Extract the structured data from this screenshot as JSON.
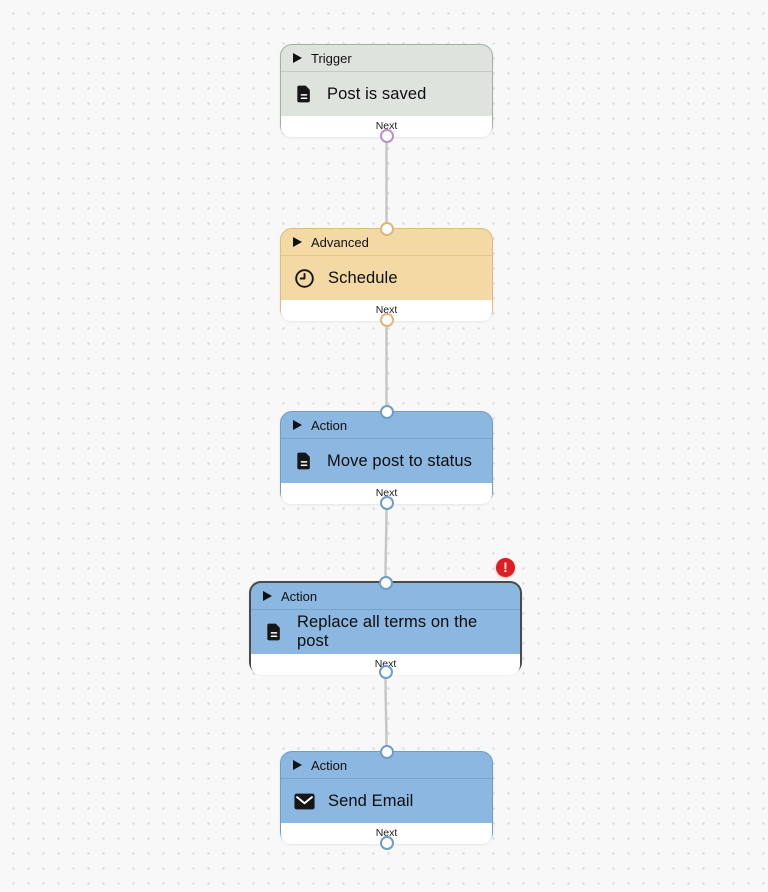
{
  "app": {
    "name": "workflow-canvas",
    "next_label": "Next"
  },
  "colors": {
    "canvas_bg": "#f8f8f8",
    "grid_dot": "#dedede",
    "edge": "#c7c7c7",
    "trigger_bg": "#dee4dd",
    "trigger_border": "#a5aea4",
    "trigger_port": "#bb90c5",
    "advanced_bg": "#f3daa5",
    "advanced_border": "#debb7f",
    "advanced_port": "#dcb87c",
    "action_bg": "#8bb7e1",
    "action_border": "#6f9cc8",
    "selected_border": "#4a4a4a",
    "error_badge": "#e01d22",
    "footer_bg": "#ffffff"
  },
  "nodes": [
    {
      "category": "Trigger",
      "title": "Post is saved",
      "icon": "document-icon",
      "selected": false,
      "has_error": false
    },
    {
      "category": "Advanced",
      "title": "Schedule",
      "icon": "clock-icon",
      "selected": false,
      "has_error": false
    },
    {
      "category": "Action",
      "title": "Move post to status",
      "icon": "document-icon",
      "selected": false,
      "has_error": false
    },
    {
      "category": "Action",
      "title": "Replace all terms on the post",
      "icon": "document-icon",
      "selected": true,
      "has_error": true
    },
    {
      "category": "Action",
      "title": "Send Email",
      "icon": "mail-icon",
      "selected": false,
      "has_error": false
    }
  ],
  "error_badge": {
    "symbol": "!"
  }
}
